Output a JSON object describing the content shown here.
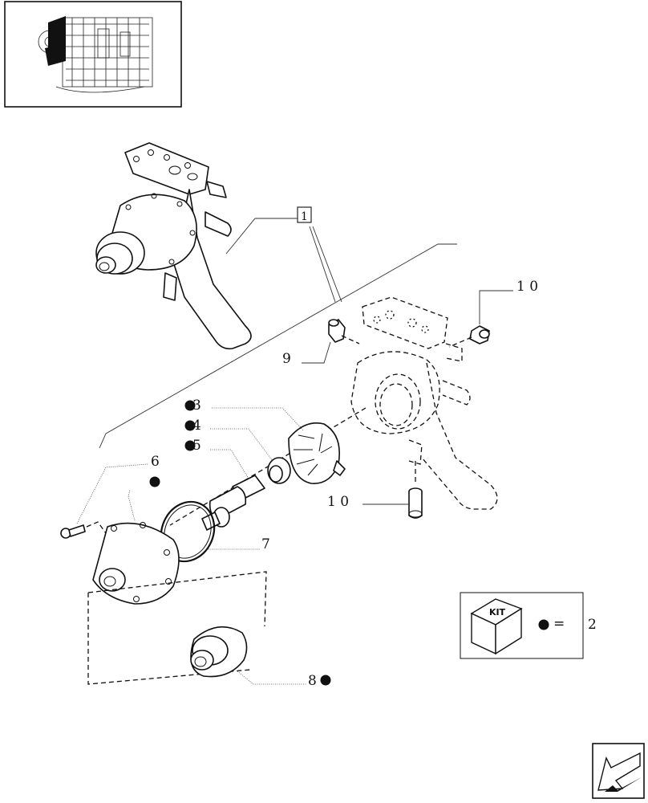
{
  "labels": {
    "ref_group": "1",
    "part_3": "3",
    "part_4": "4",
    "part_5": "5",
    "part_6": "6",
    "part_7": "7",
    "part_8": "8",
    "part_9": "9",
    "part_10_top": "1 0",
    "part_10_bottom": "1 0"
  },
  "legend": {
    "kit_text": "KIT",
    "equals": "=",
    "value": "2"
  },
  "colors": {
    "line": "#111111",
    "background": "#ffffff"
  },
  "icons": {
    "thumbnail": "engine-thumbnail-icon",
    "kit_box": "kit-box-icon",
    "navigation": "back-arrow-icon"
  }
}
